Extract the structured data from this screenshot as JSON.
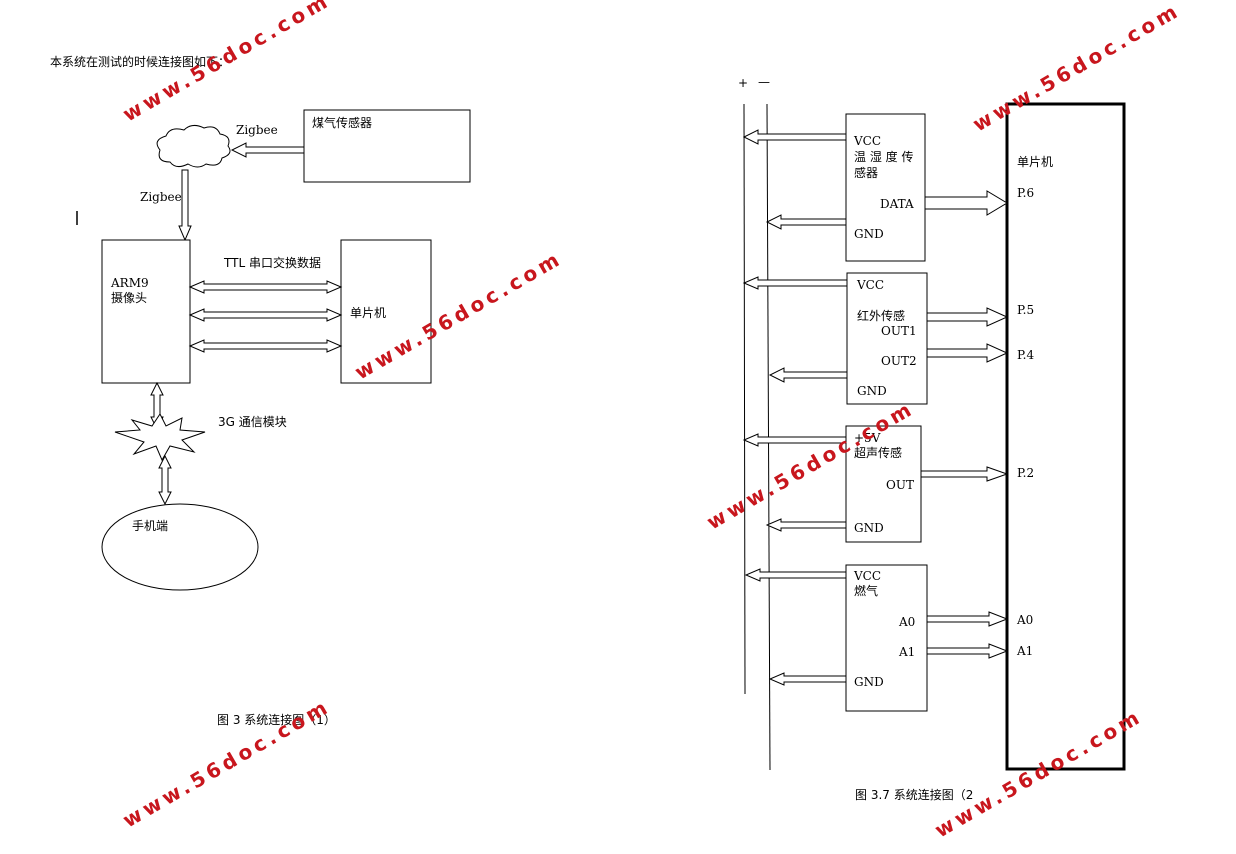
{
  "intro_text": "本系统在测试的时候连接图如下：",
  "diagram1": {
    "zigbee_top": "Zigbee",
    "zigbee_left": "Zigbee",
    "gas_sensor": "煤气传感器",
    "arm9_line1": "ARM9",
    "arm9_line2": "摄像头",
    "ttl_label": "TTL 串口交换数据",
    "mcu": "单片机",
    "module_3g": "3G 通信模块",
    "phone": "手机端",
    "caption": "图 3  系统连接图（1）"
  },
  "diagram2": {
    "rail_plus": "+",
    "rail_minus": "—",
    "mcu_title": "单片机",
    "temp": {
      "vcc": "VCC",
      "name1": "温 湿 度 传",
      "name2": "感器",
      "data": "DATA",
      "gnd": "GND"
    },
    "ir": {
      "vcc": "VCC",
      "name": "红外传感",
      "out1": "OUT1",
      "out2": "OUT2",
      "gnd": "GND"
    },
    "ultra": {
      "vcc": "+5V",
      "name": "超声传感",
      "out": "OUT",
      "gnd": "GND"
    },
    "gas": {
      "vcc": "VCC",
      "name": "燃气",
      "a0": "A0",
      "a1": "A1",
      "gnd": "GND"
    },
    "pins": {
      "p6": "P.6",
      "p5": "P.5",
      "p4": "P.4",
      "p2": "P.2",
      "a0": "A0",
      "a1": "A1"
    },
    "caption": "图 3.7 系统连接图（2"
  },
  "watermark": "www.56doc.com"
}
